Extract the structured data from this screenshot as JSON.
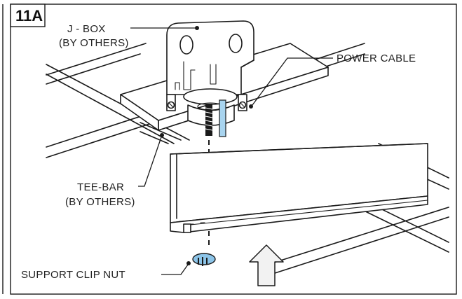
{
  "step_label": "11A",
  "labels": {
    "jbox_line1": "J - BOX",
    "jbox_line2": "(BY OTHERS)",
    "power_cable": "POWER CABLE",
    "teebar_line1": "TEE-BAR",
    "teebar_line2": "(BY OTHERS)",
    "support_clip_nut": "SUPPORT CLIP NUT"
  },
  "colors": {
    "line": "#1a1a1a",
    "cable_accent": "#a8d4ef",
    "nut_accent": "#8cc4e8",
    "arrow_fill": "#f2f2f2"
  }
}
